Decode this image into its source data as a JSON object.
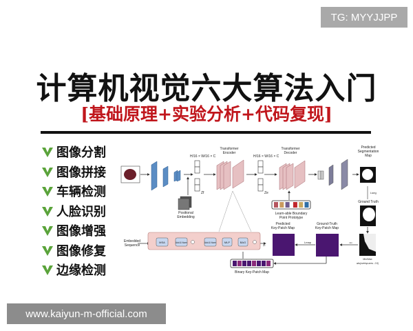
{
  "watermark_top": "TG: MYYJJPP",
  "title": "计算机视觉六大算法入门",
  "subtitle": "[基础原理+实验分析+代码复现]",
  "topics": [
    {
      "label": "图像分割",
      "icon": "green-check-icon"
    },
    {
      "label": "图像拼接",
      "icon": "green-check-icon"
    },
    {
      "label": "车辆检测",
      "icon": "green-check-icon"
    },
    {
      "label": "人脸识别",
      "icon": "green-check-icon"
    },
    {
      "label": "图像增强",
      "icon": "green-check-icon"
    },
    {
      "label": "图像修复",
      "icon": "green-check-icon"
    },
    {
      "label": "边缘检测",
      "icon": "green-check-icon"
    }
  ],
  "diagram": {
    "dim1": "H/16 × W/16 × C",
    "dim2": "H/16 × W/16 × C",
    "zf": "Zf",
    "ze": "Ze",
    "pos_emb_1": "Positional",
    "pos_emb_2": "Embedding",
    "encoder_1": "Transformer",
    "encoder_2": "Encoder",
    "decoder_1": "Transformer",
    "decoder_2": "Decoder",
    "seg_1": "Predicted",
    "seg_2": "Segmentation",
    "seg_3": "Map",
    "lseg": "Lseg",
    "gt": "Ground Truth",
    "proto_1": "Learn-able Boundary",
    "proto_2": "Point Prototype",
    "proto_dots": "...",
    "emb_seq_1": "Embedded",
    "emb_seq_2": "Sequence",
    "msa": "MSA",
    "addnorm1": "Add & Norm",
    "addnorm2": "Add & Norm",
    "mlp": "MLP",
    "bag": "BAG",
    "zi": "Zi",
    "pkp_1": "Predicted",
    "pkp_2": "Key-Patch Map",
    "gkp_1": "Ground-Truth",
    "gkp_2": "Key-Patch Map",
    "lmap": "Lmap",
    "minmax_arrow": "min",
    "minmax_1": "Min/Max",
    "minmax_2": "abs(overlap area - 0.5)",
    "binary": "Binary Key-Patch Map",
    "proto_colors": [
      "#b5555e",
      "#c99a5e",
      "#6f5b8e",
      "#c0262c",
      "#c8a860",
      "#2f6fa6"
    ]
  },
  "watermark_bottom": "www.kaiyun-m-official.com"
}
